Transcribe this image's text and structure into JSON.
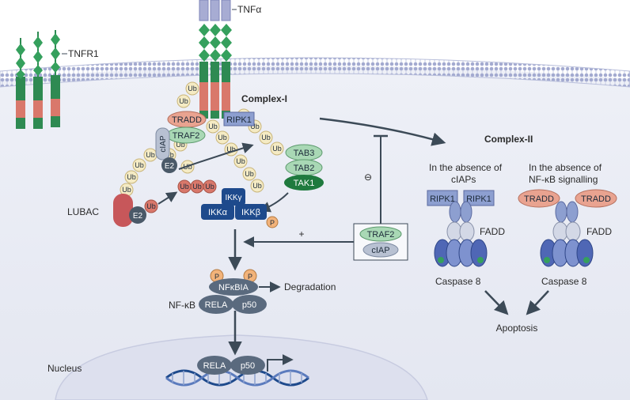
{
  "colors": {
    "background": "#ffffff",
    "cytoplasm": "#eceef5",
    "membrane": "#b9bfdb",
    "nucleus": "#dde0ee",
    "receptor_green": "#2e8a52",
    "receptor_red": "#d9786b",
    "diamond": "#35a05d",
    "tnf_lavender": "#a7acd3",
    "ub": "#f5ebc4",
    "salmon": "#e9a390",
    "mint": "#a9d8b5",
    "dark_green": "#1f7a3e",
    "periwinkle": "#8d9fd0",
    "slate": "#5a6a7e",
    "navy": "#1e4a8c",
    "orange": "#f2b37a",
    "arrow": "#3c4a57"
  },
  "labels": {
    "tnfa": "TNFα",
    "tnfr1": "TNFR1",
    "complex_1": "Complex-I",
    "complex_2": "Complex-II",
    "tradd": "TRADD",
    "ripk1": "RIPK1",
    "traf2": "TRAF2",
    "ciap": "cIAP",
    "e2": "E2",
    "lubac": "LUBAC",
    "tab3": "TAB3",
    "tab2": "TAB2",
    "tak1": "TAK1",
    "ikkg": "IKKγ",
    "ikka": "IKKα",
    "ikkb": "IKKβ",
    "ub": "Ub",
    "p": "P",
    "inhibit_sign": "⊖",
    "activate_sign": "+",
    "nfkbia": "NFκBIA",
    "degradation": "Degradation",
    "nfkb": "NF-κB",
    "rela": "RELA",
    "p50": "p50",
    "nucleus": "Nucleus",
    "absence_ciaps_line1": "In the absence of",
    "absence_ciaps_line2": "cIAPs",
    "absence_nfkb_line1": "In the absence of",
    "absence_nfkb_line2": "NF-κB signalling",
    "fadd": "FADD",
    "caspase8": "Caspase 8",
    "apoptosis": "Apoptosis"
  }
}
